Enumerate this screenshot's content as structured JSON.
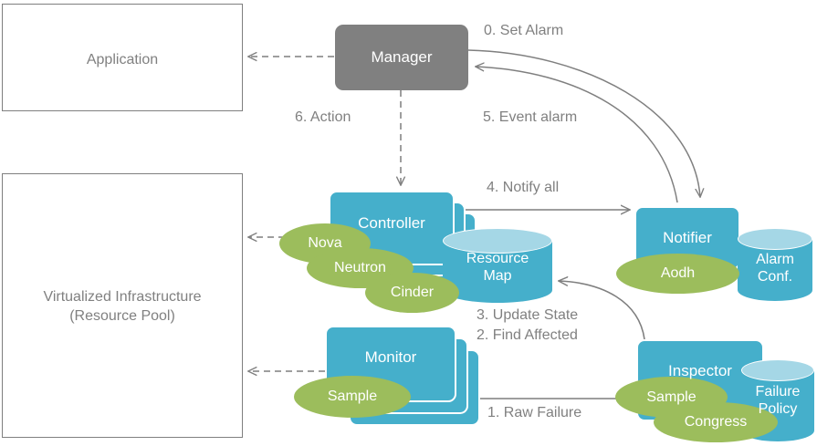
{
  "diagram": {
    "title": "OpenStack fault management architecture flow",
    "colors": {
      "teal": "#45AFCB",
      "teal_light": "#A5D7E6",
      "green": "#9CBD5C",
      "gray": "#808080",
      "edge": "#7f7f7f",
      "background": "#ffffff"
    }
  },
  "boxes": {
    "application": {
      "label": "Application"
    },
    "infrastructure": {
      "label": "Virtualized  Infrastructure\n(Resource Pool)"
    },
    "manager": {
      "label": "Manager"
    },
    "controller": {
      "label": "Controller"
    },
    "monitor": {
      "label": "Monitor"
    },
    "notifier": {
      "label": "Notifier"
    },
    "inspector": {
      "label": "Inspector"
    }
  },
  "datastores": {
    "resource_map": {
      "label": "Resource\nMap"
    },
    "alarm_conf": {
      "label": "Alarm\nConf."
    },
    "failure_policy": {
      "label": "Failure\nPolicy"
    }
  },
  "badges": {
    "nova": {
      "label": "Nova"
    },
    "neutron": {
      "label": "Neutron"
    },
    "cinder": {
      "label": "Cinder"
    },
    "sample_monitor": {
      "label": "Sample"
    },
    "aodh": {
      "label": "Aodh"
    },
    "sample_inspector": {
      "label": "Sample"
    },
    "congress": {
      "label": "Congress"
    }
  },
  "flows": {
    "set_alarm": {
      "label": "0. Set Alarm"
    },
    "raw_failure": {
      "label": "1. Raw Failure"
    },
    "find_affected": {
      "label": "2. Find Affected"
    },
    "update_state": {
      "label": "3. Update State"
    },
    "notify_all": {
      "label": "4. Notify all"
    },
    "event_alarm": {
      "label": "5. Event alarm"
    },
    "action": {
      "label": "6. Action"
    }
  }
}
